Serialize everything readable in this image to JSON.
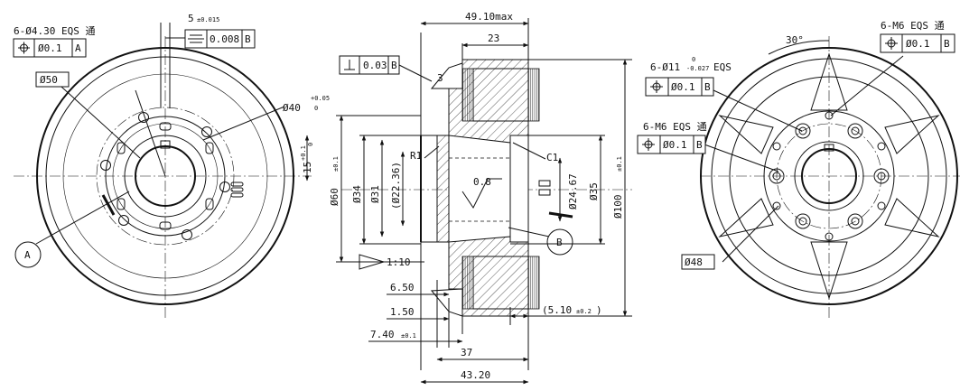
{
  "left_view": {
    "holes_callout": "6-Ø4.30 EQS 通",
    "holes_position_tol": "Ø0.1",
    "holes_datum": "A",
    "keyway_width": "5",
    "keyway_width_tol": "±0.015",
    "keyway_symmetry_tol": "0.008",
    "keyway_datum": "B",
    "pitch_circle": "Ø50",
    "bore": "Ø40",
    "bore_tol_upper": "+0.05",
    "bore_tol_lower": "0",
    "hub_dim": "15",
    "hub_tol_upper": "+0.1",
    "hub_tol_lower": "0",
    "datum_label": "A"
  },
  "section_view": {
    "overall_width": "49.10max",
    "rotor_width": "23",
    "perpendicularity_tol": "0.03",
    "perpendicularity_datum": "B",
    "step_dim": "3",
    "radius": "R1",
    "chamfer": "C1",
    "dia_60": "Ø60",
    "dia_60_tol": "±0.1",
    "dia_34": "Ø34",
    "dia_31": "Ø31",
    "dia_22": "(Ø22.36)",
    "dia_24": "Ø24.67",
    "dia_35": "Ø35",
    "dia_100": "Ø100",
    "dia_100_tol": "±0.1",
    "surface_finish": "0.8",
    "taper": "1:10",
    "datum_label": "B",
    "dim_650": "6.50",
    "dim_150": "1.50",
    "dim_740": "7.40",
    "dim_740_tol": "±0.1",
    "dim_510": "(5.10",
    "dim_510_tol": "±0.2",
    "dim_510_close": ")",
    "dim_37": "37",
    "dim_4320": "43.20"
  },
  "right_view": {
    "angle": "30°",
    "m6_top_callout": "6-M6 EQS 通",
    "m6_top_tol": "Ø0.1",
    "m6_top_datum": "B",
    "holes11_prefix": "6-Ø11",
    "holes11_tol_upper": "0",
    "holes11_tol_lower": "-0.027",
    "holes11_suffix": "EQS",
    "holes11_tol": "Ø0.1",
    "holes11_datum": "B",
    "m6_left_callout": "6-M6 EQS 通",
    "m6_left_tol": "Ø0.1",
    "m6_left_datum": "B",
    "pitch_circle": "Ø48"
  }
}
